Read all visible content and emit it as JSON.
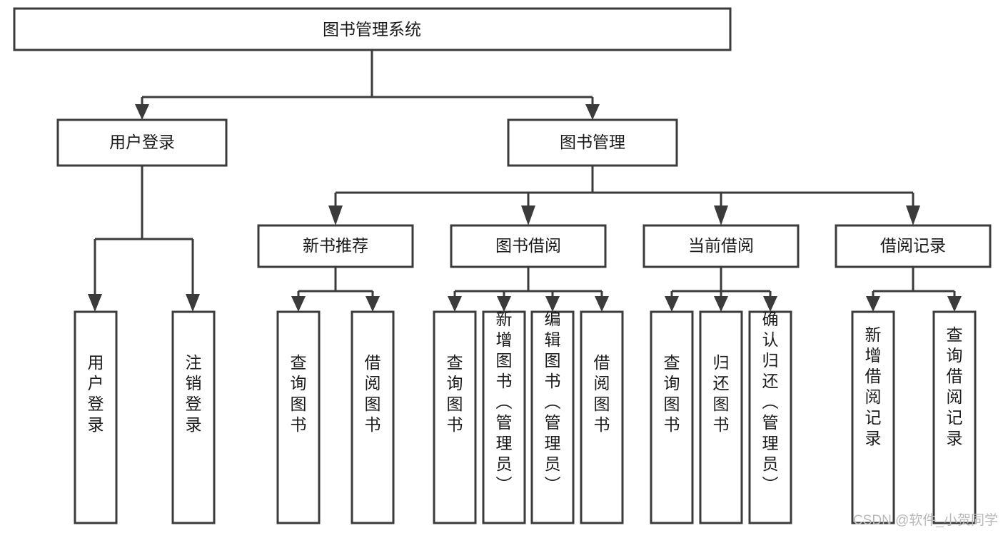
{
  "diagram": {
    "title": "图书管理系统",
    "type": "hierarchy-tree",
    "style": {
      "box_fill": "#ffffff",
      "box_stroke": "#3b3b3b",
      "text_color": "#1a1a1a",
      "watermark_color": "#b9b9b9",
      "background": "#ffffff"
    },
    "levels": {
      "level1": [
        {
          "id": "root",
          "label": "图书管理系统"
        }
      ],
      "level2": [
        {
          "id": "user-login",
          "label": "用户登录"
        },
        {
          "id": "book-manage",
          "label": "图书管理"
        }
      ],
      "level3": [
        {
          "id": "new-book-rec",
          "label": "新书推荐",
          "parent": "book-manage"
        },
        {
          "id": "book-borrow",
          "label": "图书借阅",
          "parent": "book-manage"
        },
        {
          "id": "current-borrow",
          "label": "当前借阅",
          "parent": "book-manage"
        },
        {
          "id": "borrow-record",
          "label": "借阅记录",
          "parent": "book-manage"
        }
      ],
      "level4": [
        {
          "id": "leaf-user-login",
          "label": "用户登录",
          "parent": "user-login"
        },
        {
          "id": "leaf-logout-login",
          "label": "注销登录",
          "parent": "user-login"
        },
        {
          "id": "leaf-query-book-1",
          "label": "查询图书",
          "parent": "new-book-rec"
        },
        {
          "id": "leaf-borrow-book-1",
          "label": "借阅图书",
          "parent": "new-book-rec"
        },
        {
          "id": "leaf-query-book-2",
          "label": "查询图书",
          "parent": "book-borrow"
        },
        {
          "id": "leaf-add-book",
          "label": "新增图书（管理员）",
          "parent": "book-borrow"
        },
        {
          "id": "leaf-edit-book",
          "label": "编辑图书（管理员）",
          "parent": "book-borrow"
        },
        {
          "id": "leaf-borrow-book-2",
          "label": "借阅图书",
          "parent": "book-borrow"
        },
        {
          "id": "leaf-query-book-3",
          "label": "查询图书",
          "parent": "current-borrow"
        },
        {
          "id": "leaf-return-book",
          "label": "归还图书",
          "parent": "current-borrow"
        },
        {
          "id": "leaf-confirm-return",
          "label": "确认归还（管理员）",
          "parent": "current-borrow"
        },
        {
          "id": "leaf-add-record",
          "label": "新增借阅记录",
          "parent": "borrow-record"
        },
        {
          "id": "leaf-query-record",
          "label": "查询借阅记录",
          "parent": "borrow-record"
        }
      ]
    },
    "watermark": "CSDN @软件_小贺同学"
  }
}
